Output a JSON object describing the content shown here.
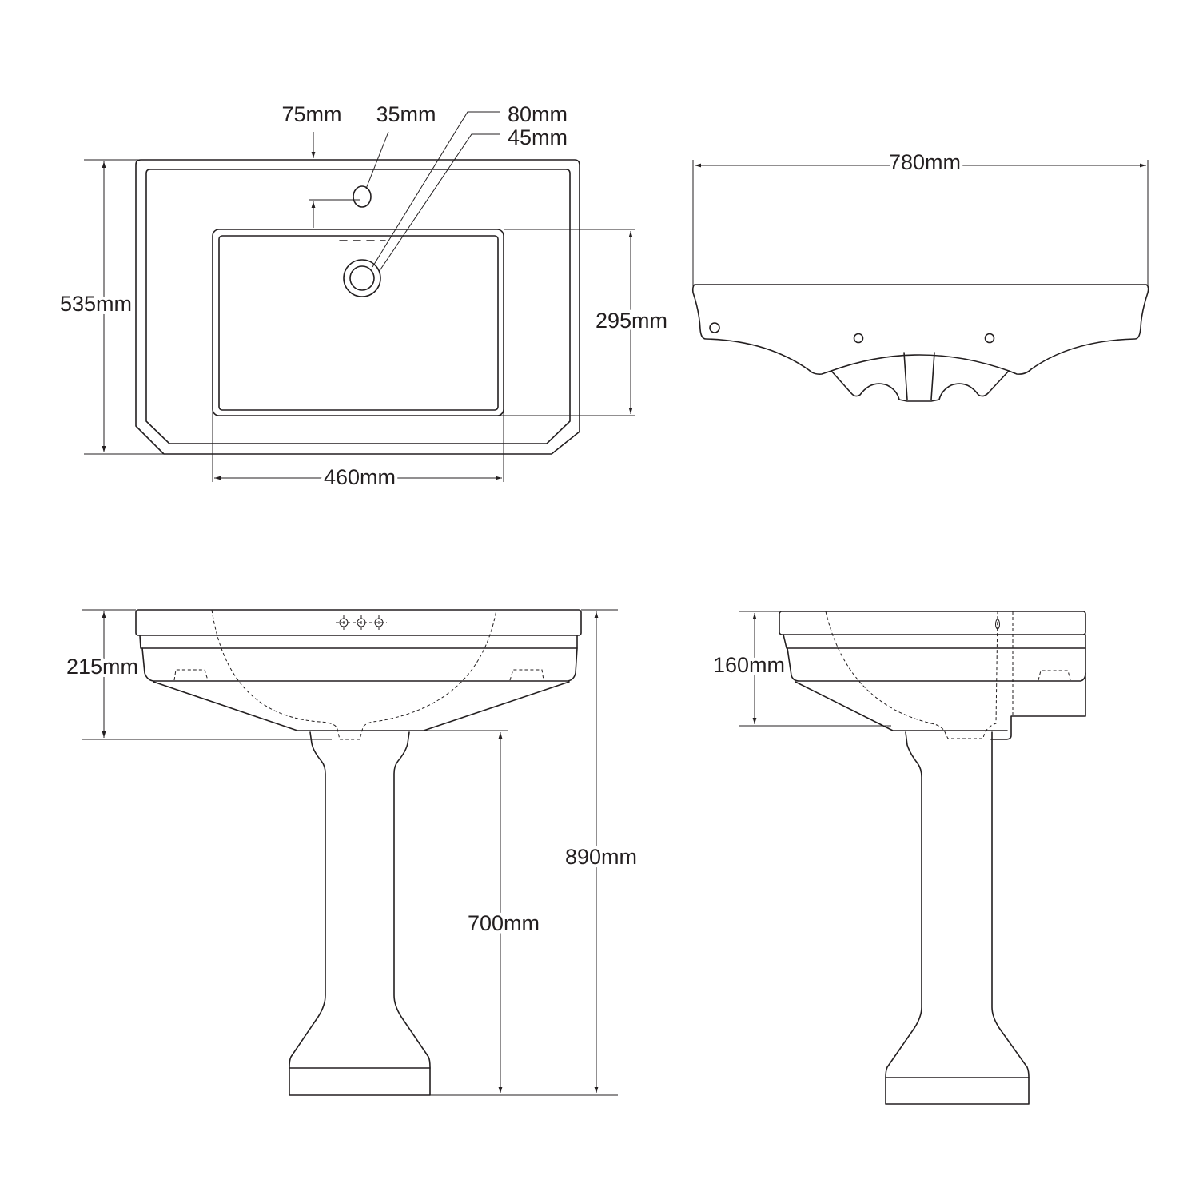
{
  "plan_view": {
    "depth_to_taphole": "75mm",
    "taphole_diameter": "35mm",
    "waste_outer_diameter": "80mm",
    "waste_inner_diameter": "45mm",
    "overall_depth": "535mm",
    "bowl_depth": "295mm",
    "bowl_width": "460mm"
  },
  "rear_view": {
    "overall_width": "780mm"
  },
  "front_elevation": {
    "basin_height": "215mm",
    "pedestal_height": "700mm",
    "overall_height": "890mm"
  },
  "side_elevation": {
    "basin_height": "160mm"
  },
  "line_color": "#231f20"
}
